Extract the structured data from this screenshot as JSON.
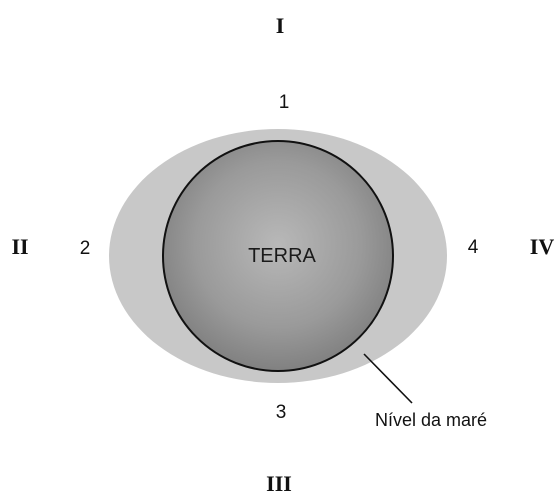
{
  "positions": {
    "top": "I",
    "left": "II",
    "bottom": "III",
    "right": "IV"
  },
  "points": {
    "top": "1",
    "left": "2",
    "bottom": "3",
    "right": "4"
  },
  "earth_label": "TERRA",
  "tide_label": "Nível da maré",
  "colors": {
    "tide_ellipse": "#c8c8c8",
    "earth_light": "#b4b4b4",
    "earth_dark": "#7e7e7e",
    "outline": "#111111"
  }
}
